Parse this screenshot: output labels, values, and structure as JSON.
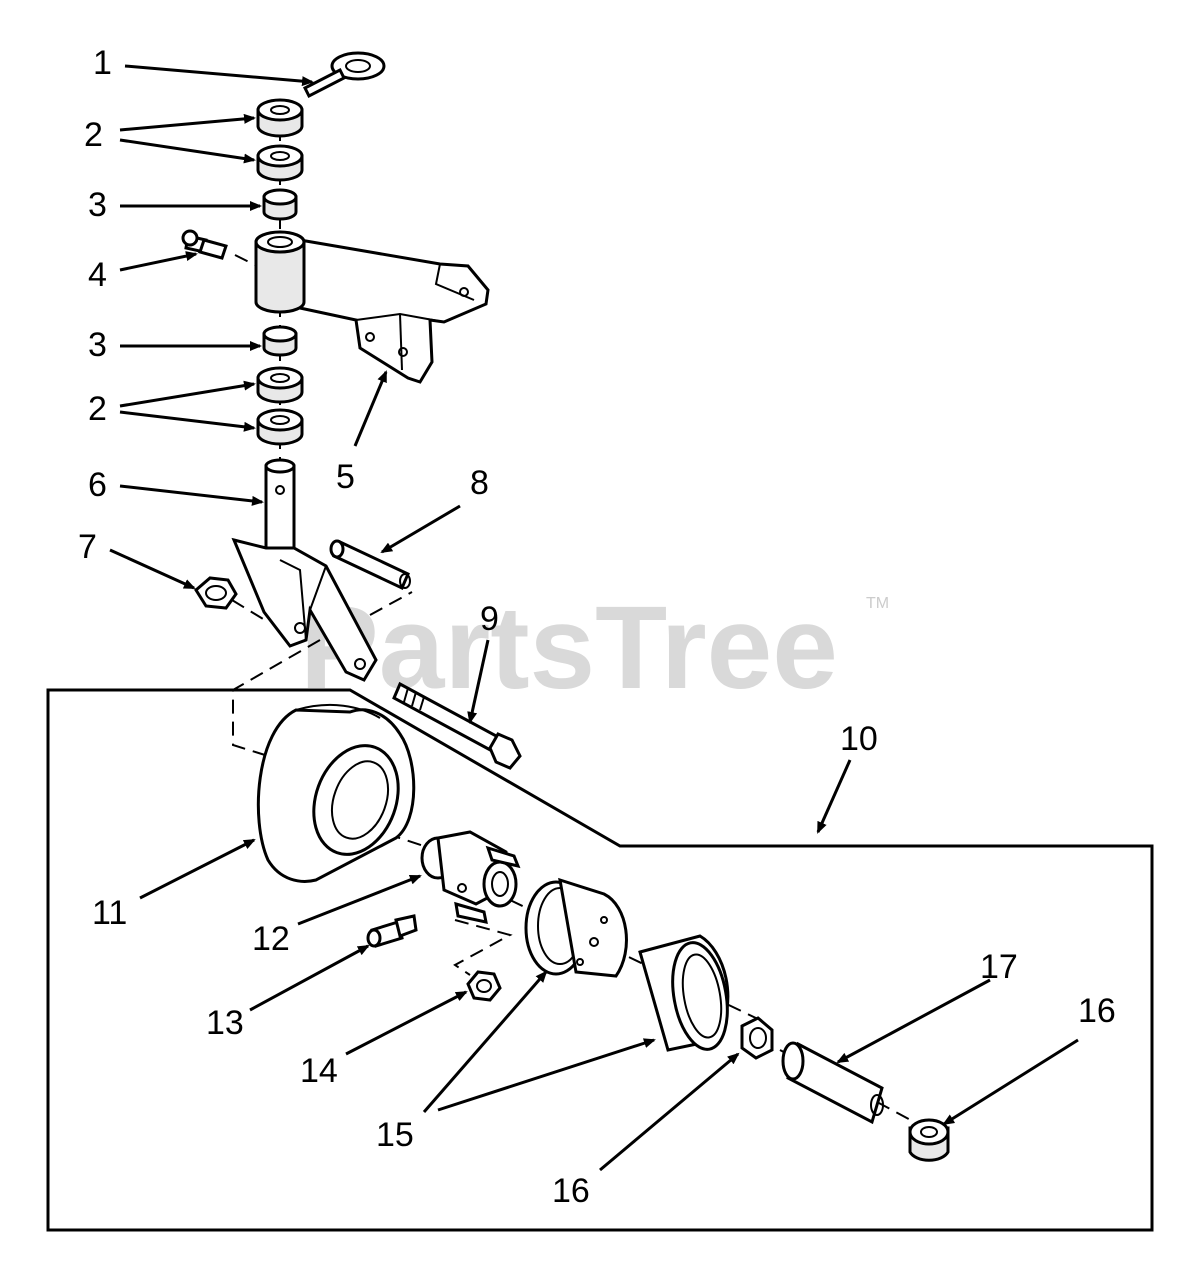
{
  "watermark": {
    "text": "PartsTree",
    "trademark": "TM"
  },
  "callouts": {
    "c1": "1",
    "c2a": "2",
    "c3a": "3",
    "c4": "4",
    "c3b": "3",
    "c2b": "2",
    "c5": "5",
    "c6": "6",
    "c7": "7",
    "c8": "8",
    "c9": "9",
    "c10": "10",
    "c11": "11",
    "c12": "12",
    "c13": "13",
    "c14": "14",
    "c15": "15",
    "c16a": "16",
    "c16b": "16",
    "c17": "17"
  },
  "colors": {
    "line": "#000000",
    "watermark": "#d9d9d9",
    "background": "#ffffff"
  }
}
